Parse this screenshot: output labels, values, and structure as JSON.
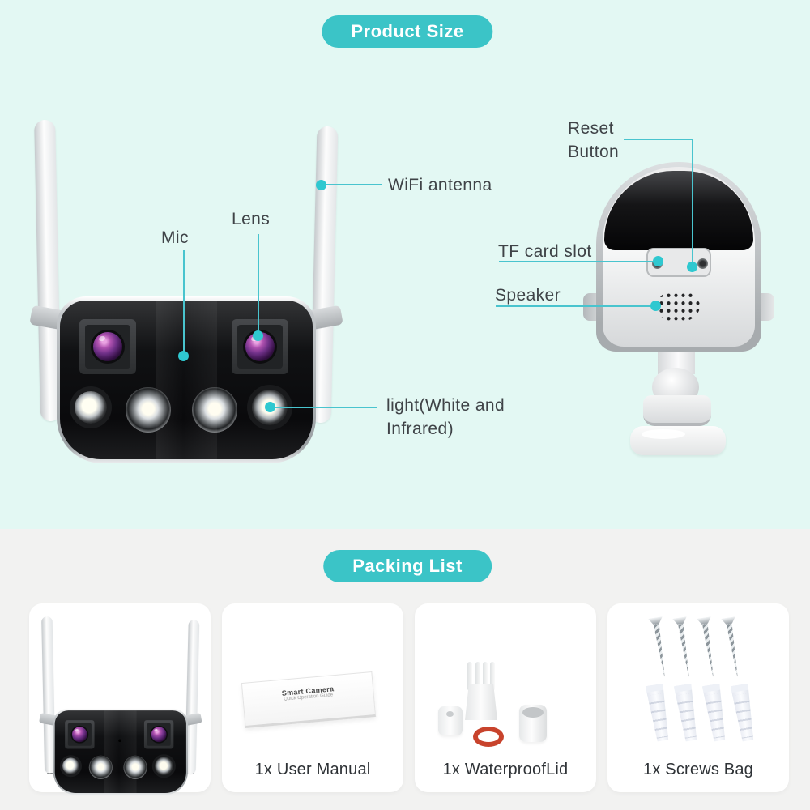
{
  "header": {
    "product_size_label": "Product Size",
    "packing_list_label": "Packing List"
  },
  "annotations": {
    "wifi_antenna": "WiFi antenna",
    "lens": "Lens",
    "mic": "Mic",
    "light_line1": "light(White and",
    "light_line2": "Infrared)",
    "reset_line1": "Reset",
    "reset_line2": "Button",
    "tf_card_slot": "TF card slot",
    "speaker": "Speaker"
  },
  "user_manual_booklet": {
    "title": "Smart Camera",
    "subtitle": "Quick Operation Guide"
  },
  "packing_list": {
    "items": [
      {
        "label": "1x dual lens camera"
      },
      {
        "label": "1x User Manual"
      },
      {
        "label": "1x WaterproofLid"
      },
      {
        "label": "1x Screws Bag"
      }
    ]
  },
  "colors": {
    "accent": "#3bc4c7",
    "annotation_dot": "#2fc8d0",
    "annotation_line": "#49c4ce",
    "top_background": "#e3f8f3",
    "bottom_background": "#f2f2f1",
    "label_text": "#3f4347",
    "oring_red": "#c8432c"
  }
}
